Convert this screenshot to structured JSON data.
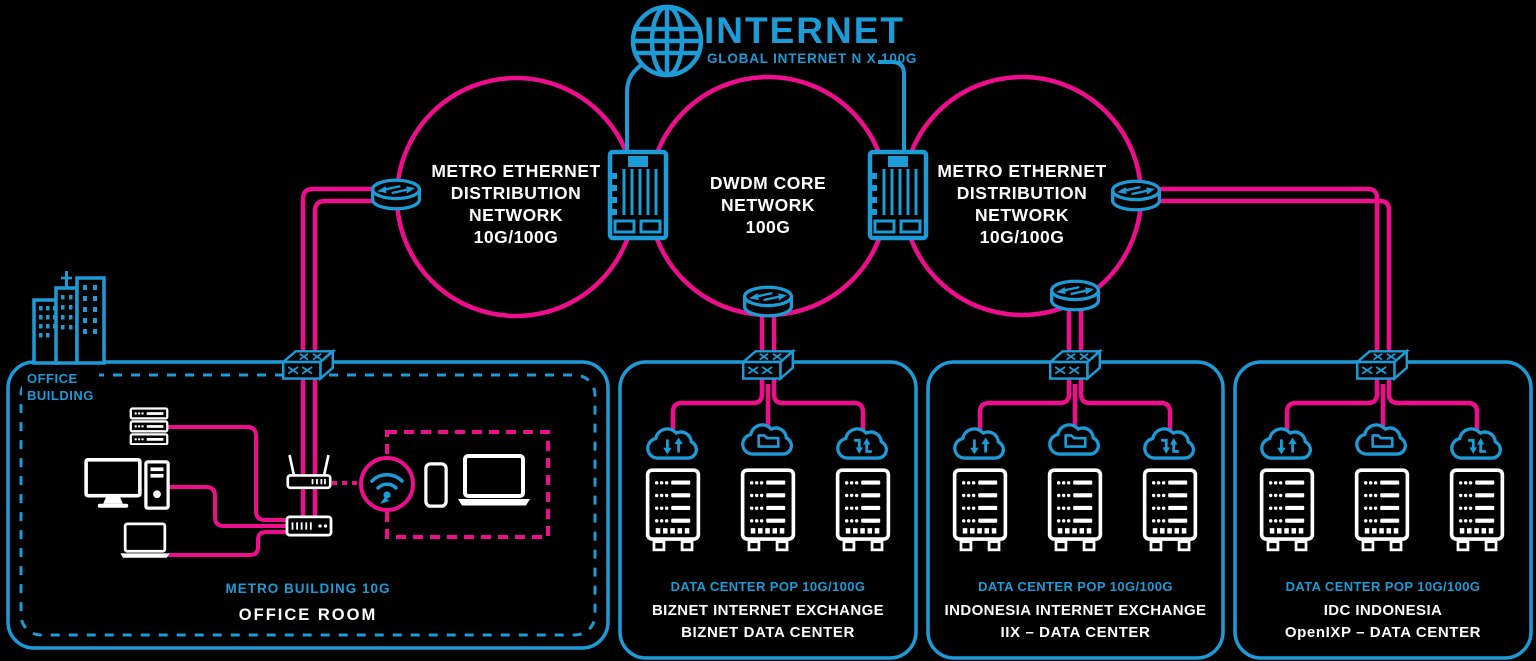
{
  "colors": {
    "blue": "#1C9BD6",
    "pink": "#EE0D8C",
    "white": "#FFFFFF",
    "background": "#000000"
  },
  "internet": {
    "title": "INTERNET",
    "subtitle": "GLOBAL INTERNET N X 100G"
  },
  "rings": [
    {
      "lines": [
        "METRO ETHERNET",
        "DISTRIBUTION",
        "NETWORK",
        "10G/100G"
      ]
    },
    {
      "lines": [
        "DWDM CORE",
        "NETWORK",
        "100G"
      ]
    },
    {
      "lines": [
        "METRO ETHERNET",
        "DISTRIBUTION",
        "NETWORK",
        "10G/100G"
      ]
    }
  ],
  "office": {
    "corner_label_lines": [
      "OFFICE",
      "BUILDING"
    ],
    "link_label": "METRO BUILDING 10G",
    "room_label": "OFFICE ROOM"
  },
  "datacenters": [
    {
      "pop_label": "DATA CENTER POP 10G/100G",
      "name_lines": [
        "BIZNET INTERNET EXCHANGE",
        "BIZNET DATA CENTER"
      ]
    },
    {
      "pop_label": "DATA CENTER POP 10G/100G",
      "name_lines": [
        "INDONESIA INTERNET EXCHANGE",
        "IIX – DATA CENTER"
      ]
    },
    {
      "pop_label": "DATA CENTER POP 10G/100G",
      "name_lines": [
        "IDC INDONESIA",
        "OpenIXP – DATA CENTER"
      ]
    }
  ],
  "icons": {
    "globe-icon": "globe with meridians",
    "telecom-chassis-icon": "equipment chassis with line cards",
    "router-icon": "cylinder with routing arrows",
    "switch-icon": "isometric switch with crossed arrows",
    "cloud-transfer-icon": "cloud with up/down arrows",
    "cloud-folder-icon": "cloud with folder",
    "cloud-sync-icon": "cloud with hooked arrows",
    "server-rack-icon": "server cabinet",
    "server-stack-icon": "stacked rack servers",
    "desktop-icon": "monitor with stand",
    "tower-pc-icon": "desktop tower",
    "laptop-icon": "laptop",
    "phone-icon": "smartphone",
    "access-switch-icon": "switch with ports",
    "wireless-router-icon": "router with antennas",
    "wifi-icon": "wifi waves in circle",
    "city-buildings-icon": "city building skyline"
  }
}
